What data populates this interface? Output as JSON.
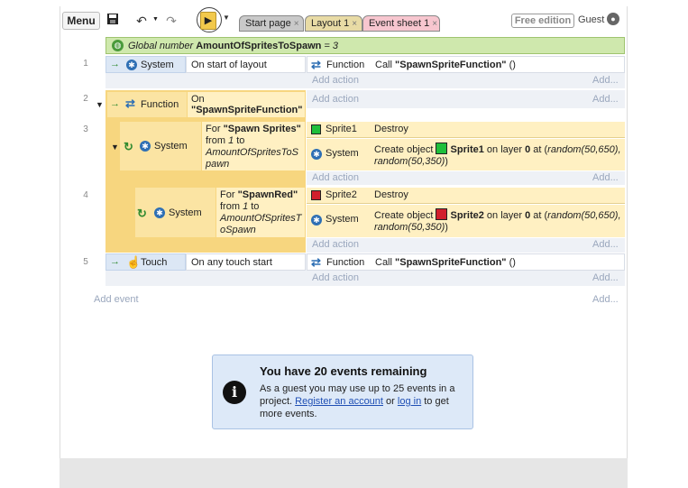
{
  "toolbar": {
    "menu_label": "Menu",
    "save_icon": "save-icon",
    "undo_icon": "undo-icon",
    "redo_icon": "redo-icon",
    "play_icon": "play-icon",
    "tabs": [
      {
        "label": "Start page",
        "close": "×"
      },
      {
        "label": "Layout 1",
        "close": "×"
      },
      {
        "label": "Event sheet 1",
        "close": "×"
      }
    ],
    "edition_badge": "Free edition",
    "user_label": "Guest"
  },
  "sheet": {
    "global_var": {
      "prefix": "Global number",
      "name": "AmountOfSpritesToSpawn",
      "suffix": "= 3"
    },
    "add_action": "Add action",
    "add_more": "Add...",
    "add_event": "Add event",
    "events": [
      {
        "num": "1",
        "object": "System",
        "condition": "On start of layout",
        "action_object": "Function",
        "action_pre": "Call ",
        "action_bold": "\"SpawnSpriteFunction\"",
        "action_post": " ()"
      },
      {
        "num": "2",
        "object": "Function",
        "condition_pre": "On",
        "condition_bold": "\"SpawnSpriteFunction\""
      },
      {
        "num": "3",
        "object": "System",
        "for_pre": "For ",
        "for_bold": "\"Spawn Sprites\"",
        "for_from": "from ",
        "for_from_val": "1",
        "for_to": " to",
        "for_expr": "AmountOfSpritesToSpawn",
        "actions": [
          {
            "object": "Sprite1",
            "text": "Destroy"
          },
          {
            "object": "System",
            "pre": "Create object ",
            "sprite": "Sprite1",
            "mid": " on layer ",
            "layer": "0",
            "at": " at (",
            "expr": "random(50,650), random(50,350)",
            "post": ")"
          }
        ]
      },
      {
        "num": "4",
        "object": "System",
        "for_pre": "For ",
        "for_bold": "\"SpawnRed\"",
        "for_from": "from ",
        "for_from_val": "1",
        "for_to": " to",
        "for_expr": "AmountOfSpritesToSpawn",
        "actions": [
          {
            "object": "Sprite2",
            "text": "Destroy"
          },
          {
            "object": "System",
            "pre": "Create object ",
            "sprite": "Sprite2",
            "mid": " on layer ",
            "layer": "0",
            "at": " at (",
            "expr": "random(50,650), random(50,350)",
            "post": ")"
          }
        ]
      },
      {
        "num": "5",
        "object": "Touch",
        "condition": "On any touch start",
        "action_object": "Function",
        "action_pre": "Call ",
        "action_bold": "\"SpawnSpriteFunction\"",
        "action_post": " ()"
      }
    ]
  },
  "notice": {
    "title": "You have 20 events remaining",
    "line_pre": "As a guest you may use up to 25 events in a project. ",
    "register_link": "Register an account",
    "or": " or ",
    "login_link": "log in",
    "line_post": " to get more events."
  },
  "colors": {
    "global_var_bg": "#cfe8ad",
    "function_block": "#f7d67f",
    "tab_active": "#f7c6cf",
    "tab_layout": "#e8dba5",
    "tab_start": "#c9c9c9",
    "accent_link": "#1f4fb4"
  }
}
